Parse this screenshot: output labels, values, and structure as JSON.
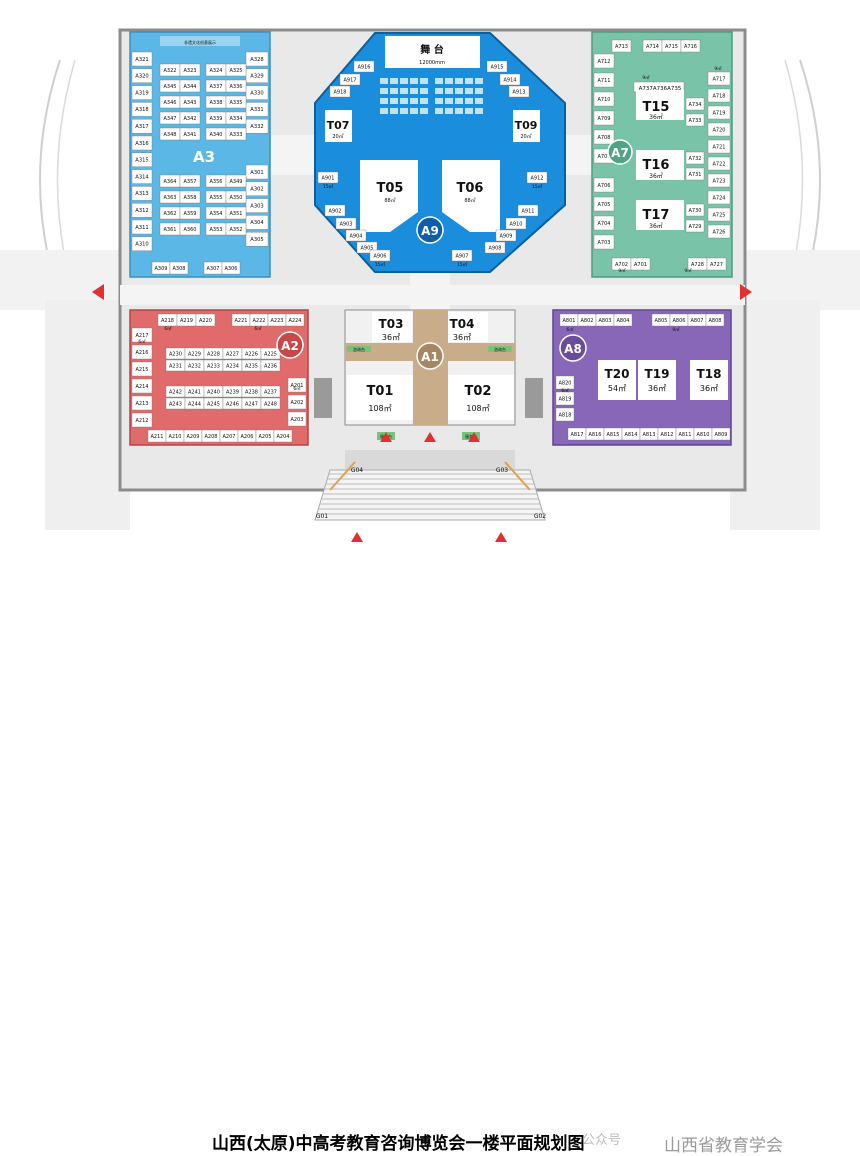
{
  "title": "山西(太原)中高考教育咨询博览会一楼平面规划图",
  "watermark": {
    "prefix": "公众号",
    "text": "山西省教育学会"
  },
  "colors": {
    "a3": "#5bb7e6",
    "a7": "#79c4a9",
    "a9": "#1a8ddc",
    "a2": "#e16a6a",
    "a8": "#8866b8",
    "a1": "#c9ad8a",
    "wall": "#8c8c8c",
    "floor": "#e9e9e9",
    "arrow": "#e03030"
  },
  "zones": {
    "a3": {
      "label": "A3",
      "note": "非遗文化创意展示"
    },
    "a7": {
      "label": "A7"
    },
    "a9": {
      "label": "A9"
    },
    "a2": {
      "label": "A2"
    },
    "a8": {
      "label": "A8"
    },
    "a1": {
      "label": "A1"
    }
  },
  "stage": {
    "label": "舞 台",
    "size": "12000mm"
  },
  "booths": {
    "t07": {
      "code": "T07",
      "area": "20㎡"
    },
    "t09": {
      "code": "T09",
      "area": "20㎡"
    },
    "t05": {
      "code": "T05",
      "area": "88㎡"
    },
    "t06": {
      "code": "T06",
      "area": "88㎡"
    },
    "t15": {
      "code": "T15",
      "area": "36㎡"
    },
    "t16": {
      "code": "T16",
      "area": "36㎡"
    },
    "t17": {
      "code": "T17",
      "area": "36㎡"
    },
    "t03": {
      "code": "T03",
      "area": "36㎡"
    },
    "t04": {
      "code": "T04",
      "area": "36㎡"
    },
    "t01": {
      "code": "T01",
      "area": "108㎡"
    },
    "t02": {
      "code": "T02",
      "area": "108㎡"
    },
    "t20": {
      "code": "T20",
      "area": "54㎡"
    },
    "t19": {
      "code": "T19",
      "area": "36㎡"
    },
    "t18": {
      "code": "T18",
      "area": "36㎡"
    }
  },
  "small_areas": {
    "a901": "15㎡",
    "a912": "15㎡",
    "a906": "15㎡",
    "a907": "15㎡",
    "a221": "6㎡",
    "a218": "6㎡",
    "a217": "6㎡",
    "a201": "6㎡",
    "a717": "9㎡",
    "a712": "9㎡",
    "a702": "9㎡",
    "a728": "9㎡",
    "a805": "9㎡",
    "a801": "6㎡",
    "a820": "6㎡"
  },
  "a3_booths": {
    "left_col": [
      "A321",
      "A320",
      "A319",
      "A318",
      "A317",
      "A316",
      "A315",
      "A314",
      "A313",
      "A312",
      "A311",
      "A310"
    ],
    "right_col": [
      "A328",
      "A329",
      "A330",
      "A331",
      "A332",
      "A301",
      "A302",
      "A303",
      "A304",
      "A305"
    ],
    "inner_top_rows": [
      [
        "A322",
        "A323",
        "A324",
        "A325"
      ],
      [
        "A345",
        "A344",
        "A337",
        "A336"
      ],
      [
        "A346",
        "A343",
        "A338",
        "A335"
      ],
      [
        "A347",
        "A342",
        "A339",
        "A334"
      ],
      [
        "A348",
        "A341",
        "A340",
        "A333"
      ]
    ],
    "inner_bottom_rows": [
      [
        "A364",
        "A357",
        "A356",
        "A349"
      ],
      [
        "A363",
        "A358",
        "A355",
        "A350"
      ],
      [
        "A362",
        "A359",
        "A354",
        "A351"
      ],
      [
        "A361",
        "A360",
        "A353",
        "A352"
      ]
    ],
    "bottom_row": [
      "A309",
      "A308",
      "A307",
      "A306"
    ]
  },
  "a9_booths": [
    "A916",
    "A915",
    "A917",
    "A914",
    "A918",
    "A913",
    "A901",
    "A912",
    "A902",
    "A911",
    "A903",
    "A910",
    "A904",
    "A909",
    "A905",
    "A908",
    "A906",
    "A907"
  ],
  "a7_booths": {
    "top_row": [
      "A713",
      "A714",
      "A715",
      "A716"
    ],
    "left_col": [
      "A712",
      "A711",
      "A710",
      "A709",
      "A708",
      "A707",
      "A706",
      "A705",
      "A704",
      "A703"
    ],
    "right_col": [
      "A717",
      "A718",
      "A719",
      "A720",
      "A721",
      "A722",
      "A723",
      "A724",
      "A725",
      "A726"
    ],
    "inner": [
      [
        "A737",
        "A736",
        "A735"
      ],
      [
        "A734"
      ],
      [
        "A733"
      ],
      [
        "A732"
      ],
      [
        "A731"
      ],
      [
        "A730"
      ],
      [
        "A729"
      ]
    ],
    "bottom_row": [
      "A702",
      "A701",
      "A728",
      "A727"
    ]
  },
  "a2_booths": {
    "top_row_left": [
      "A218",
      "A219",
      "A220"
    ],
    "top_row_right": [
      "A221",
      "A222",
      "A223",
      "A224"
    ],
    "left_col": [
      "A217",
      "A216",
      "A215",
      "A214",
      "A213",
      "A212"
    ],
    "right_col": [
      "A201",
      "A202",
      "A203"
    ],
    "inner_rows": [
      [
        "A230",
        "A229",
        "A228",
        "A227",
        "A226",
        "A225"
      ],
      [
        "A231",
        "A232",
        "A233",
        "A234",
        "A235",
        "A236"
      ],
      [
        "A242",
        "A241",
        "A240",
        "A239",
        "A238",
        "A237"
      ],
      [
        "A243",
        "A244",
        "A245",
        "A246",
        "A247",
        "A248"
      ]
    ],
    "bottom_row": [
      "A211",
      "A210",
      "A209",
      "A208",
      "A207",
      "A206",
      "A205",
      "A204"
    ]
  },
  "a8_booths": {
    "top_row_left": [
      "A801",
      "A802",
      "A803",
      "A804"
    ],
    "top_row_right": [
      "A805",
      "A806",
      "A807",
      "A808"
    ],
    "left_col": [
      "A820",
      "A819",
      "A818"
    ],
    "bottom_row": [
      "A817",
      "A816",
      "A815",
      "A814",
      "A813",
      "A812",
      "A811",
      "A810",
      "A809"
    ]
  },
  "gates": {
    "g04": "G04",
    "g03": "G03",
    "g01": "G01",
    "g02": "G02"
  },
  "desks": {
    "left": "咨询台",
    "right": "咨询台",
    "left_low": "服务台",
    "right_low": "服务台"
  }
}
